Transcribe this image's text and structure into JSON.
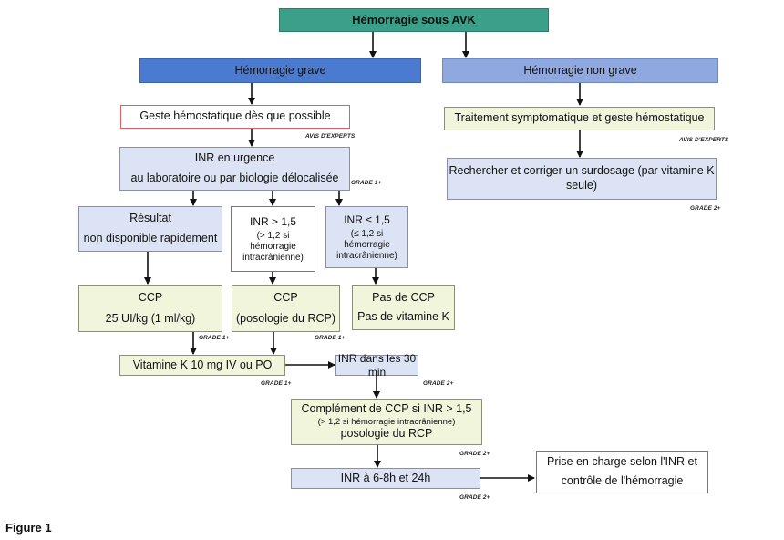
{
  "title": "Hémorragie sous AVK",
  "branches": {
    "grave": "Hémorragie grave",
    "non_grave": "Hémorragie non grave"
  },
  "boxes": {
    "geste": "Geste hémostatique dès que possible",
    "inr_urgence_1": "INR en urgence",
    "inr_urgence_2": "au laboratoire ou par biologie délocalisée",
    "resultat_1": "Résultat",
    "resultat_2": "non disponible rapidement",
    "inr_sup_1": "INR > 1,5",
    "inr_sup_2": "(> 1,2 si",
    "inr_sup_3": "hémorragie",
    "inr_sup_4": "intracrânienne)",
    "inr_inf_1": "INR ≤ 1,5",
    "inr_inf_2": "(≤ 1,2 si",
    "inr_inf_3": "hémorragie",
    "inr_inf_4": "intracrânienne)",
    "ccp1_1": "CCP",
    "ccp1_2": "25 UI/kg (1 ml/kg)",
    "ccp2_1": "CCP",
    "ccp2_2": "(posologie du RCP)",
    "pas_1": "Pas de CCP",
    "pas_2": "Pas de vitamine K",
    "vitk": "Vitamine K 10 mg IV ou PO",
    "inr30": "INR dans les 30 min",
    "complement_1": "Complément de CCP si INR > 1,5",
    "complement_2": "(> 1,2 si hémorragie intracrânienne)",
    "complement_3": "posologie du RCP",
    "inr68": "INR à 6-8h et 24h",
    "prise_1": "Prise en charge selon l'INR et",
    "prise_2": "contrôle de l'hémorragie",
    "trait": "Traitement symptomatique et geste hémostatique",
    "recherche_1": "Rechercher et corriger un surdosage (par vitamine K",
    "recherche_2": "seule)"
  },
  "grades": {
    "avis1": "AVIS D'EXPERTS",
    "avis2": "AVIS D'EXPERTS",
    "g_inr": "GRADE 1+",
    "g_ccp1": "GRADE 1+",
    "g_ccp2": "GRADE 1+",
    "g_vitk": "GRADE 1+",
    "g_inr30": "GRADE 2+",
    "g_compl": "GRADE 2+",
    "g_inr68": "GRADE 2+",
    "g_recherche": "GRADE 2+"
  },
  "figure_label": "Figure 1",
  "colors": {
    "title_fill": "#3aa08a",
    "grave_fill": "#4b7bd0",
    "non_grave_fill": "#8fa8e0",
    "light_blue_fill": "#dbe3f4",
    "light_yellow_fill": "#f0f5dc",
    "geste_border": "#e06060"
  }
}
